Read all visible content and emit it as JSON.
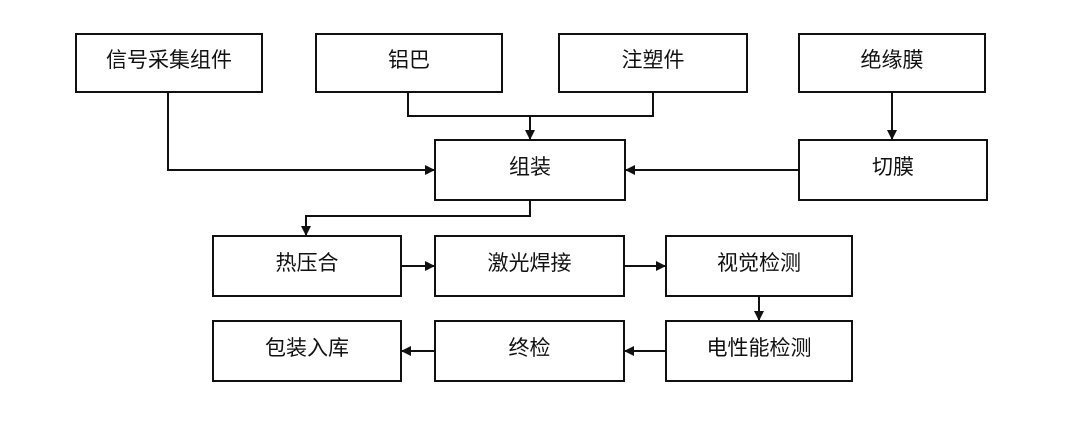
{
  "diagram": {
    "nodes": {
      "signal": "信号采集组件",
      "aluminum": "铝巴",
      "injection": "注塑件",
      "insulation": "绝缘膜",
      "assembly": "组装",
      "cut_film": "切膜",
      "hot_press": "热压合",
      "laser_weld": "激光焊接",
      "vision_check": "视觉检测",
      "electrical_check": "电性能检测",
      "final_check": "终检",
      "packing": "包装入库"
    },
    "edges": [
      {
        "from": "signal",
        "to": "assembly"
      },
      {
        "from": "aluminum",
        "to": "assembly"
      },
      {
        "from": "injection",
        "to": "assembly"
      },
      {
        "from": "insulation",
        "to": "cut_film"
      },
      {
        "from": "cut_film",
        "to": "assembly"
      },
      {
        "from": "assembly",
        "to": "hot_press"
      },
      {
        "from": "hot_press",
        "to": "laser_weld"
      },
      {
        "from": "laser_weld",
        "to": "vision_check"
      },
      {
        "from": "vision_check",
        "to": "electrical_check"
      },
      {
        "from": "electrical_check",
        "to": "final_check"
      },
      {
        "from": "final_check",
        "to": "packing"
      }
    ]
  },
  "colors": {
    "line": "#111111",
    "box_fill": "#ffffff",
    "text": "#111111"
  }
}
